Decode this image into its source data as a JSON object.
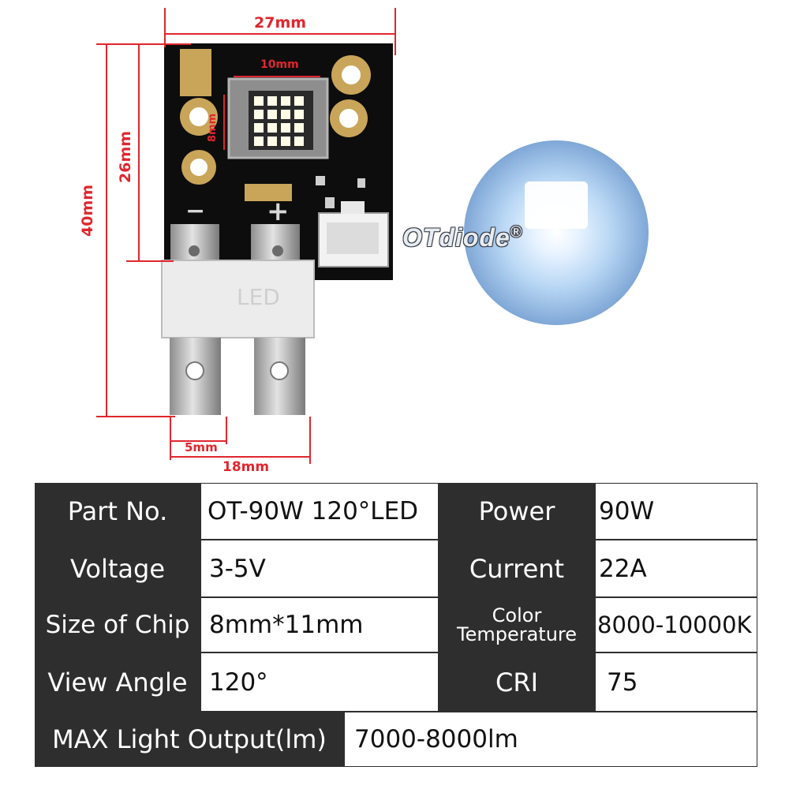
{
  "dimensions": {
    "width_top": "27mm",
    "height_total": "40mm",
    "height_board": "26mm",
    "chip_width": "10mm",
    "chip_height": "8mm",
    "pin_width": "5mm",
    "pins_span": "18mm"
  },
  "board": {
    "minus_sign": "−",
    "plus_sign": "+",
    "connector_text": "LED"
  },
  "brand": {
    "name": "OTdiode",
    "reg": "®"
  },
  "specs": {
    "part_no_label": "Part No.",
    "part_no_value": "OT-90W 120°LED",
    "power_label": "Power",
    "power_value": "90W",
    "voltage_label": "Voltage",
    "voltage_value": "3-5V",
    "current_label": "Current",
    "current_value": "22A",
    "chip_label": "Size of Chip",
    "chip_value": "8mm*11mm",
    "color_temp_label_line1": "Color",
    "color_temp_label_line2": "Temperature",
    "color_temp_value": "8000-10000K",
    "view_angle_label": "View Angle",
    "view_angle_value": "120°",
    "cri_label": "CRI",
    "cri_value": "75",
    "max_output_label": "MAX Light Output(lm)",
    "max_output_value": "7000-8000lm"
  },
  "colors": {
    "dimension_red": "#e0262e",
    "label_bg": "#2e2e2e",
    "board_black": "#0d0d0d",
    "pad_gold": "#c9a55a",
    "glow_blue": "#a9cff2"
  }
}
